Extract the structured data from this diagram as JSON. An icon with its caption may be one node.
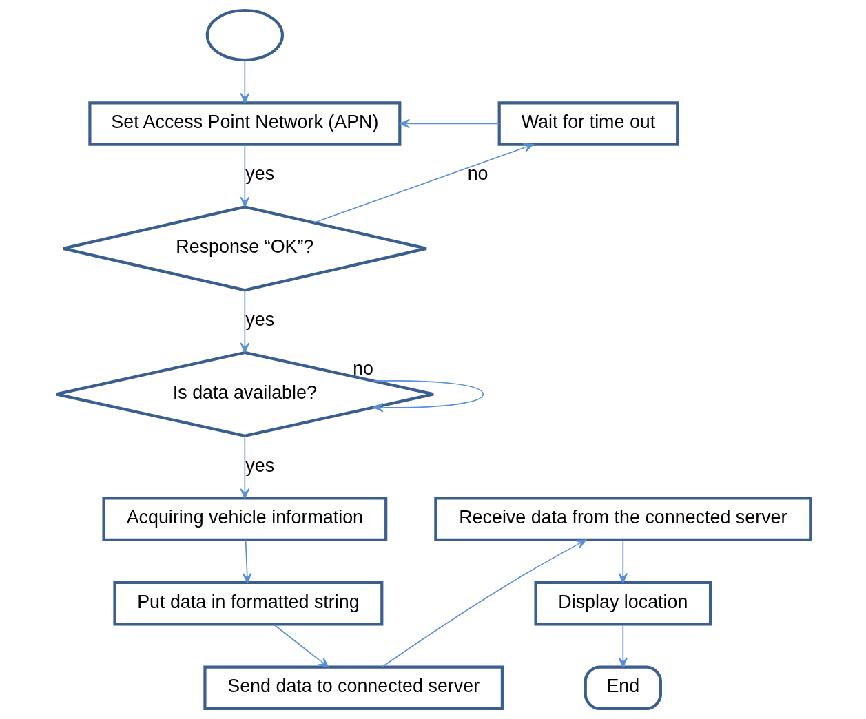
{
  "diagram": {
    "nodes": [
      {
        "text": [],
        "shape": "ellipse"
      },
      {
        "text": [
          "Set Access Point Network (APN)"
        ]
      },
      {
        "text": [
          "Wait for time out"
        ]
      },
      {
        "text": [
          "Response “OK”?"
        ]
      },
      {
        "text": [
          "Is data available?"
        ]
      },
      {
        "text": [
          "Acquiring vehicle information"
        ]
      },
      {
        "text": [
          "Put data in formatted string"
        ]
      },
      {
        "text": [
          "Send data to connected server"
        ]
      },
      {
        "text": [
          "Receive data from the connected server"
        ]
      },
      {
        "text": [
          "Display location"
        ]
      },
      {
        "text": [
          "End"
        ]
      }
    ],
    "edges": [
      {
        "from": 0,
        "to": 1,
        "arrow": "to"
      },
      {
        "from": 1,
        "to": 3,
        "arrow": "to",
        "label": "yes"
      },
      {
        "from": 3,
        "to": 2,
        "arrow": "to",
        "label": "no"
      },
      {
        "from": 2,
        "to": 1,
        "arrow": "to"
      },
      {
        "from": 3,
        "to": 4,
        "arrow": "to",
        "label": "yes"
      },
      {
        "from": 4,
        "to": 4,
        "arrow": "to",
        "label": "no"
      },
      {
        "from": 4,
        "to": 5,
        "arrow": "to",
        "label": "yes"
      },
      {
        "from": 5,
        "to": 6,
        "arrow": "to"
      },
      {
        "from": 6,
        "to": 7,
        "arrow": "to"
      },
      {
        "from": 7,
        "to": 8,
        "arrow": "to"
      },
      {
        "from": 8,
        "to": 9,
        "arrow": "to"
      },
      {
        "from": 9,
        "to": 10,
        "arrow": "to"
      }
    ]
  }
}
